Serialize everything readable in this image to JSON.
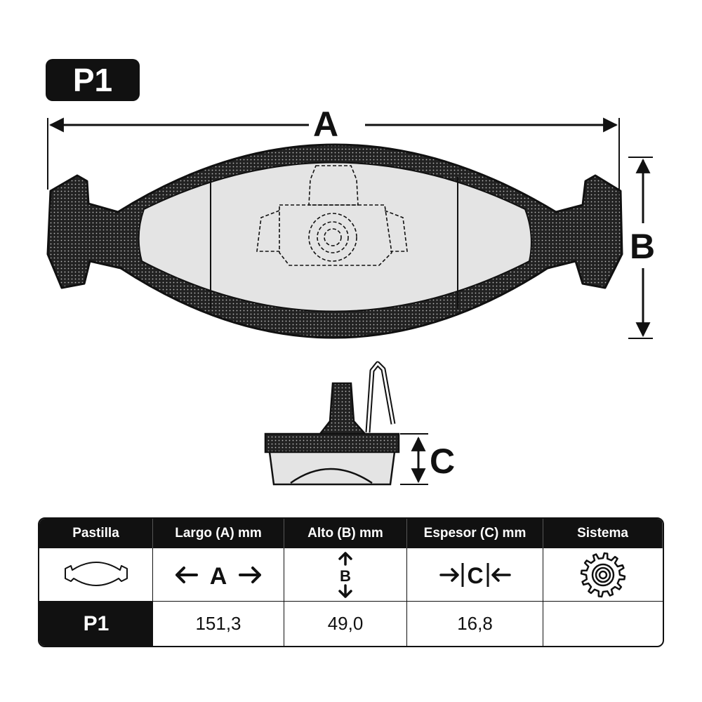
{
  "badge": "P1",
  "dimensions": {
    "a": "A",
    "b": "B",
    "c": "C"
  },
  "table": {
    "headers": [
      "Pastilla",
      "Largo (A) mm",
      "Alto (B) mm",
      "Espesor (C) mm",
      "Sistema"
    ],
    "icon_letters": {
      "a": "A",
      "b": "B",
      "c": "C"
    },
    "row": {
      "label": "P1",
      "largo": "151,3",
      "alto": "49,0",
      "espesor": "16,8",
      "sistema": ""
    }
  }
}
